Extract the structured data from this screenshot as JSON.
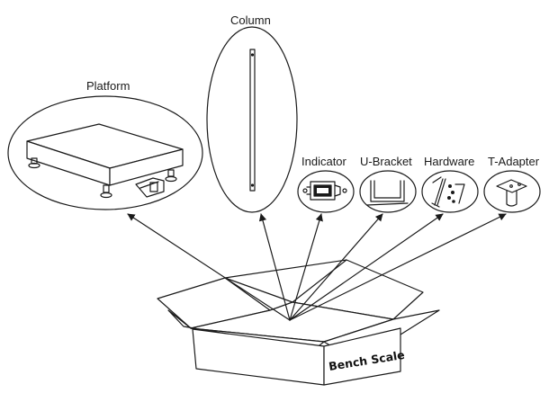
{
  "labels": {
    "column": "Column",
    "platform": "Platform",
    "indicator": "Indicator",
    "ubracket": "U-Bracket",
    "hardware": "Hardware",
    "tadapter": "T-Adapter"
  },
  "box": {
    "text": "Bench  Scale"
  },
  "colors": {
    "stroke": "#1a1a1a",
    "background": "#ffffff"
  }
}
